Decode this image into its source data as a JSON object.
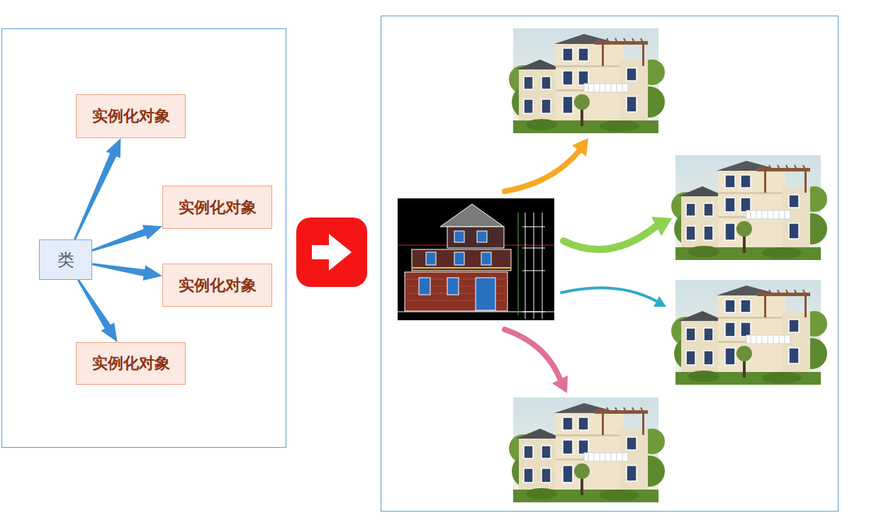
{
  "diagram": {
    "nodes": [
      {
        "text": [
          "类"
        ]
      },
      {
        "text": [
          "实例化对象"
        ]
      },
      {
        "text": [
          "实例化对象"
        ]
      },
      {
        "text": [
          "实例化对象"
        ]
      },
      {
        "text": [
          "实例化对象"
        ]
      }
    ],
    "edges": [
      {
        "from": 0,
        "to": 1,
        "arrow": "to"
      },
      {
        "from": 0,
        "to": 2,
        "arrow": "to"
      },
      {
        "from": 0,
        "to": 3,
        "arrow": "to"
      },
      {
        "from": 0,
        "to": 4,
        "arrow": "to"
      }
    ]
  }
}
